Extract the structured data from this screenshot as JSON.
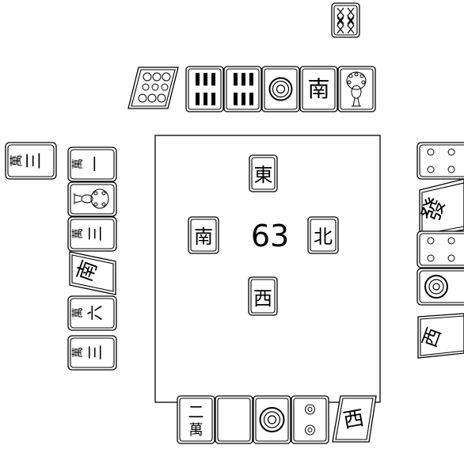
{
  "center": {
    "wall_count": "63",
    "seat_winds": {
      "top": "東",
      "left": "南",
      "right": "北",
      "bottom": "西"
    }
  },
  "north_player": {
    "meld_tiles": [
      {
        "suit": "circles",
        "value": 6,
        "rotated": true
      },
      {
        "suit": "bamboo",
        "value": 6
      },
      {
        "suit": "bamboo",
        "value": 6
      },
      {
        "suit": "circles",
        "value": 1
      },
      {
        "suit": "wind",
        "text": "南"
      },
      {
        "suit": "bamboo",
        "value": 1
      }
    ],
    "extra_tile": {
      "suit": "bamboo",
      "value": 8
    }
  },
  "west_player": {
    "extra_tile_text": "三",
    "meld_tiles": [
      {
        "suit": "characters",
        "text": "一"
      },
      {
        "suit": "bamboo",
        "value": 1
      },
      {
        "suit": "characters",
        "text": "三"
      },
      {
        "suit": "wind",
        "text": "南",
        "rotated": true
      },
      {
        "suit": "characters",
        "text": "六"
      },
      {
        "suit": "characters",
        "text": "三"
      }
    ]
  },
  "east_player": {
    "meld_tiles": [
      {
        "suit": "circles",
        "value": 4
      },
      {
        "suit": "dragon",
        "text": "發",
        "rotated": true
      },
      {
        "suit": "circles",
        "value": 4
      },
      {
        "suit": "circles",
        "value": 1
      },
      {
        "suit": "wind",
        "text": "西",
        "rotated": true
      }
    ]
  },
  "south_player": {
    "meld_tiles": [
      {
        "suit": "characters",
        "text": "二",
        "sub": "萬"
      },
      {
        "suit": "dragon",
        "text": "white"
      },
      {
        "suit": "circles",
        "value": 1
      },
      {
        "suit": "circles",
        "value": 2
      },
      {
        "suit": "wind",
        "text": "西",
        "rotated": true
      }
    ]
  }
}
